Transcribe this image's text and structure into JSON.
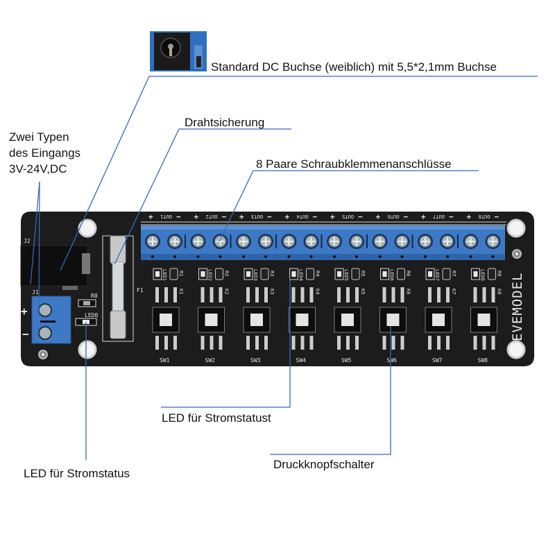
{
  "callouts": {
    "dc_jack": "Standard DC Buchse (weiblich) mit 5,5*2,1mm Buchse",
    "fuse": "Drahtsicherung",
    "terminals": "8 Paare Schraubklemmenanschlüsse",
    "input_line1": "Zwei Typen",
    "input_line2": "des Eingangs",
    "input_line3": "3V-24V,DC",
    "led_channel": "LED für Stromstatust",
    "switch": "Druckknopfschalter",
    "led_power": "LED für Stromstatus"
  },
  "board": {
    "brand": "EVEMODEL",
    "power_jack_ref": "J2",
    "terminal_ref": "J1",
    "plus": "+",
    "minus": "−",
    "resistor_ref": "R0",
    "power_led_ref": "LED0",
    "fuse_ref": "F1",
    "outputs": [
      {
        "out": "OUT1",
        "led": "LED1",
        "res": "R1",
        "relay": "K1",
        "sw": "SW1"
      },
      {
        "out": "OUT2",
        "led": "LED2",
        "res": "R2",
        "relay": "K2",
        "sw": "SW2"
      },
      {
        "out": "OUT3",
        "led": "LED3",
        "res": "R3",
        "relay": "K3",
        "sw": "SW3"
      },
      {
        "out": "OUT4",
        "led": "LED4",
        "res": "R4",
        "relay": "K4",
        "sw": "SW4"
      },
      {
        "out": "OUT5",
        "led": "LED5",
        "res": "R5",
        "relay": "K5",
        "sw": "SW5"
      },
      {
        "out": "OUT6",
        "led": "LED6",
        "res": "R6",
        "relay": "K6",
        "sw": "SW6"
      },
      {
        "out": "OUT7",
        "led": "LED7",
        "res": "R7",
        "relay": "K7",
        "sw": "SW7"
      },
      {
        "out": "OUT8",
        "led": "LED8",
        "res": "R8",
        "relay": "K8",
        "sw": "SW8"
      }
    ]
  },
  "colors": {
    "pcb": "#1c1c1c",
    "terminal_blue": "#3d79c4",
    "leader_line": "#3a66b8",
    "silkscreen": "#e8e8e8"
  }
}
